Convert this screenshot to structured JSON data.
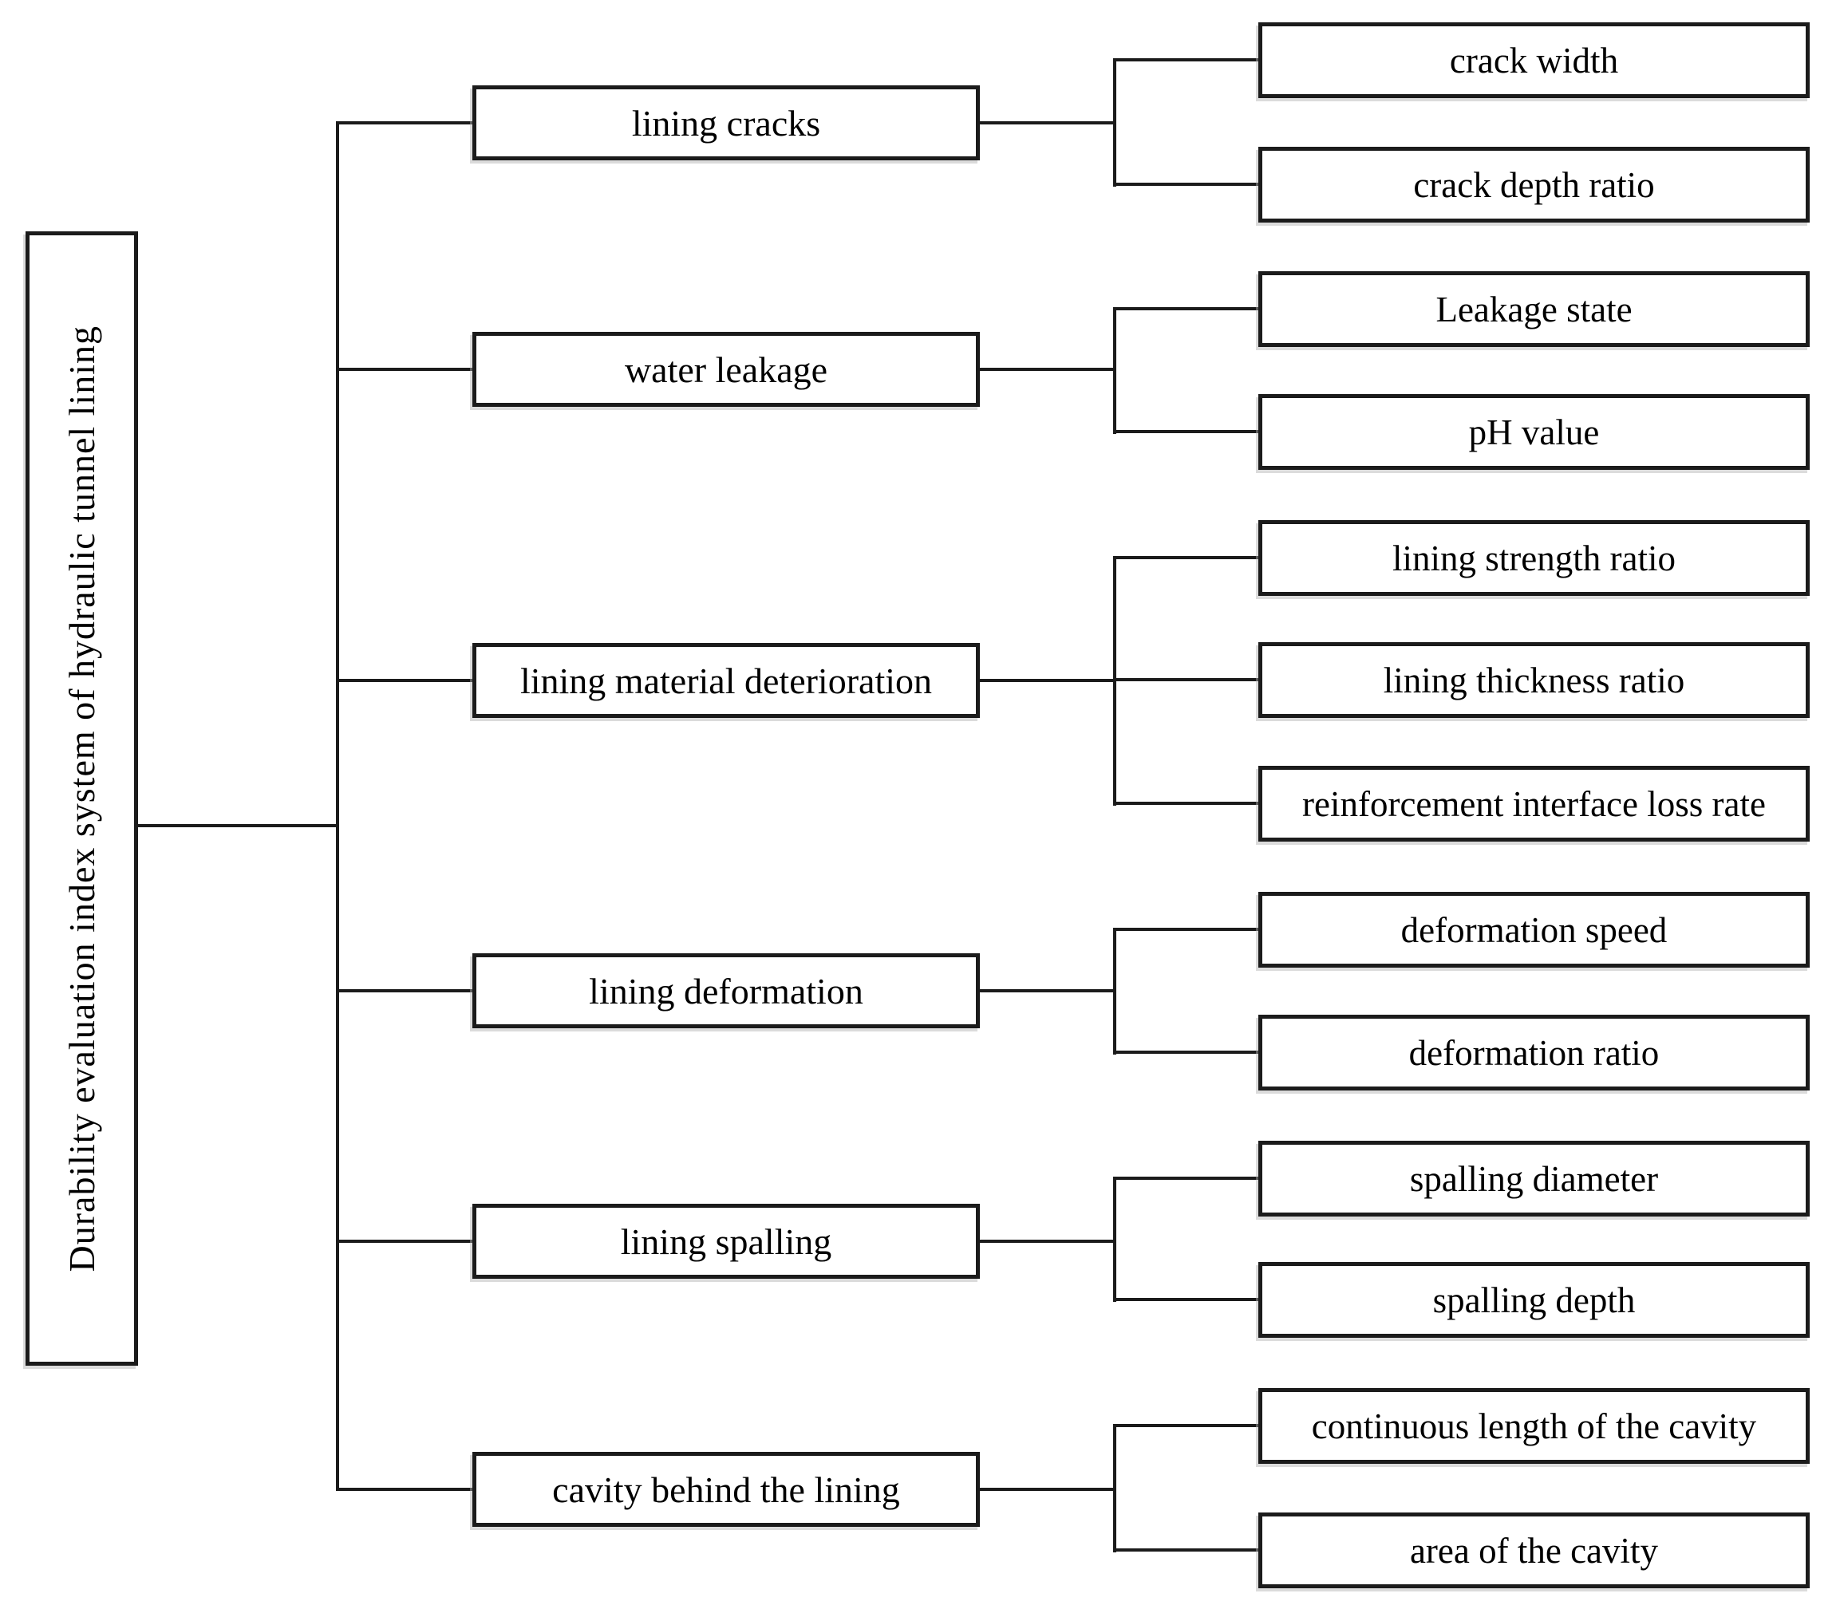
{
  "diagram": {
    "type": "hierarchy-tree",
    "orientation": "left-to-right",
    "root": {
      "label": "Durability evaluation index system of hydraulic tunnel lining"
    },
    "groups": [
      {
        "parent": "lining cracks",
        "children": [
          "crack width",
          "crack depth ratio"
        ]
      },
      {
        "parent": "water leakage",
        "children": [
          "Leakage state",
          "pH value"
        ]
      },
      {
        "parent": "lining material deterioration",
        "children": [
          "lining strength ratio",
          "lining thickness ratio",
          "reinforcement interface loss rate"
        ]
      },
      {
        "parent": "lining deformation",
        "children": [
          "deformation speed",
          "deformation ratio"
        ]
      },
      {
        "parent": "lining spalling",
        "children": [
          "spalling diameter",
          "spalling depth"
        ]
      },
      {
        "parent": "cavity behind the lining",
        "children": [
          "continuous length of the cavity",
          "area of the cavity"
        ]
      }
    ],
    "colors": {
      "background": "#ffffff",
      "line": "#1b1b1b",
      "box_fill": "#ffffff",
      "text": "#000000"
    }
  }
}
